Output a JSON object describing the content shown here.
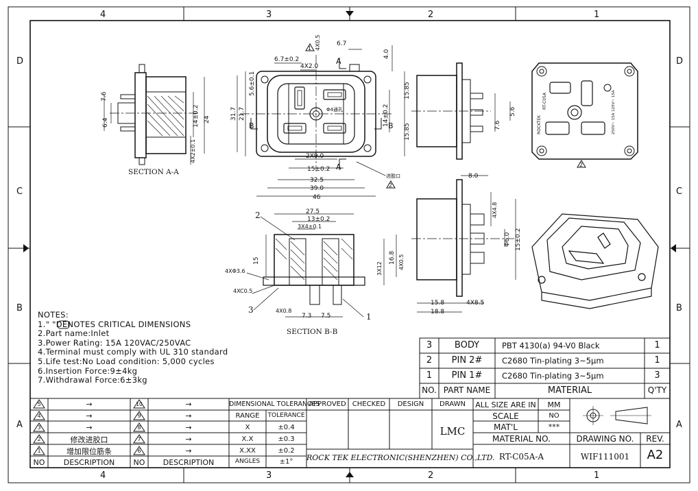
{
  "zones": {
    "columns_top": [
      "4",
      "3",
      "2",
      "1"
    ],
    "columns_bottom": [
      "4",
      "3",
      "2",
      "1"
    ],
    "rows_left": [
      "D",
      "C",
      "B",
      "A"
    ],
    "rows_right": [
      "D",
      "C",
      "B",
      "A"
    ]
  },
  "views": {
    "section_aa": "SECTION A-A",
    "section_bb": "SECTION B-B",
    "label_A": "A",
    "label_B": "B",
    "callout_1": "1",
    "callout_2": "2",
    "callout_3": "3",
    "inlet_note": "进胶口",
    "rib_note": "Φ4通孔",
    "terminal_marks": {
      "rocktek": "ROCKTEK",
      "model": "RT-C05A",
      "rating": "250V~ 15A 125V~ 15A"
    }
  },
  "dimensions": {
    "d_6_7": "6.7±0.2",
    "d_4x2": "4X2.0",
    "d_4x0_5": "4X0.5",
    "d_6_7b": "6.7",
    "d_4_0": "4.0",
    "d_5_6": "5.6±0.1",
    "d_21_7": "21.7",
    "d_31_7": "31.7",
    "d_15_85a": "15.85",
    "d_15_85b": "15.85",
    "d_14_0": "14±0.2",
    "d_2x9": "2X9.0",
    "d_15_0": "15±0.2",
    "d_32_5": "32.5",
    "d_39_0": "39.0",
    "d_46": "46",
    "d_7_6": "7.6",
    "d_6_4": "6.4",
    "d_14_sa": "14±0.2",
    "d_24": "24",
    "d_4x2_1": "4X2±0.1",
    "d_7_6b": "7.6",
    "d_5_6b": "5.6",
    "d_8_0": "8.0",
    "d_4x4_8": "4X4.8",
    "d_6_0": "Φ6.0",
    "d_15_0b": "15±0.2",
    "d_15_8": "15.8",
    "d_4x8_5": "4X8.5",
    "d_18_8": "18.8",
    "d_27_5": "27.5",
    "d_13_0": "13±0.2",
    "d_3x4": "3X4±0.1",
    "d_15b": "15",
    "d_3x12": "3X12",
    "d_16_8": "16.8",
    "d_4x0_5b": "4X0.5",
    "d_4x3_6": "4XΦ3.6",
    "d_4xc0_5": "4XC0.5",
    "d_4x0_8": "4X0.8",
    "d_7_3": "7.3",
    "d_7_5": "7.5"
  },
  "notes": [
    "NOTES:",
    "1.\"      \"DENOTES CRITICAL DIMENSIONS",
    "2.Part name:Inlet",
    "3.Power Rating: 15A 120VAC/250VAC",
    "4.Terminal must comply with UL 310 standard",
    "5.Life test:No Load condition: 5,000 cycles",
    "6.Insertion Force:9±4kg",
    "7.Withdrawal Force:6±3kg"
  ],
  "bom": {
    "rows": [
      {
        "no": "3",
        "part": "BODY",
        "material": "PBT 4130(a) 94-V0 Black",
        "qty": "1"
      },
      {
        "no": "2",
        "part": "PIN 2#",
        "material": "C2680   Tin-plating 3~5μm",
        "qty": "1"
      },
      {
        "no": "1",
        "part": "PIN 1#",
        "material": "C2680   Tin-plating 3~5μm",
        "qty": "3"
      }
    ],
    "header": {
      "no": "NO.",
      "part": "PART NAME",
      "material": "MATERIAL",
      "qty": "Q'TY"
    }
  },
  "revisions": {
    "left": [
      {
        "no": "5",
        "desc": "→"
      },
      {
        "no": "4",
        "desc": "→"
      },
      {
        "no": "3",
        "desc": "→"
      },
      {
        "no": "2",
        "desc": "修改进胶口"
      },
      {
        "no": "1",
        "desc": "增加限位筋条"
      }
    ],
    "right": [
      {
        "no": "10",
        "desc": "→"
      },
      {
        "no": "9",
        "desc": "→"
      },
      {
        "no": "8",
        "desc": "→"
      },
      {
        "no": "7",
        "desc": "→"
      },
      {
        "no": "6",
        "desc": "→"
      }
    ],
    "col_no": "NO",
    "col_desc": "DESCRIPTION"
  },
  "tolerances": {
    "title": "DIMENSIONAL TOLERANCES",
    "col_range": "RANGE",
    "col_tol": "TOLERANCE",
    "rows": [
      {
        "range": "X",
        "tol": "±0.4"
      },
      {
        "range": "X.X",
        "tol": "±0.3"
      },
      {
        "range": "X.XX",
        "tol": "±0.2"
      },
      {
        "range": "ANGLES",
        "tol": "±1°"
      }
    ]
  },
  "approval": {
    "approved": "APPROVED",
    "checked": "CHECKED",
    "design": "DESIGN",
    "drawn": "DRAWN",
    "drawn_by": "LMC"
  },
  "title_block": {
    "size_label": "ALL SIZE ARE IN",
    "size_unit": "MM",
    "scale_label": "SCALE",
    "scale_value": "NO",
    "mat_label": "MAT'L",
    "mat_value": "***",
    "material_no_label": "MATERIAL NO.",
    "material_no": "RT-C05A-A",
    "company": "ROCK TEK ELECTRONIC(SHENZHEN) CO.,LTD.",
    "drawing_no_label": "DRAWING NO.",
    "drawing_no": "WIF111001",
    "rev_label": "REV.",
    "rev": "A2"
  }
}
